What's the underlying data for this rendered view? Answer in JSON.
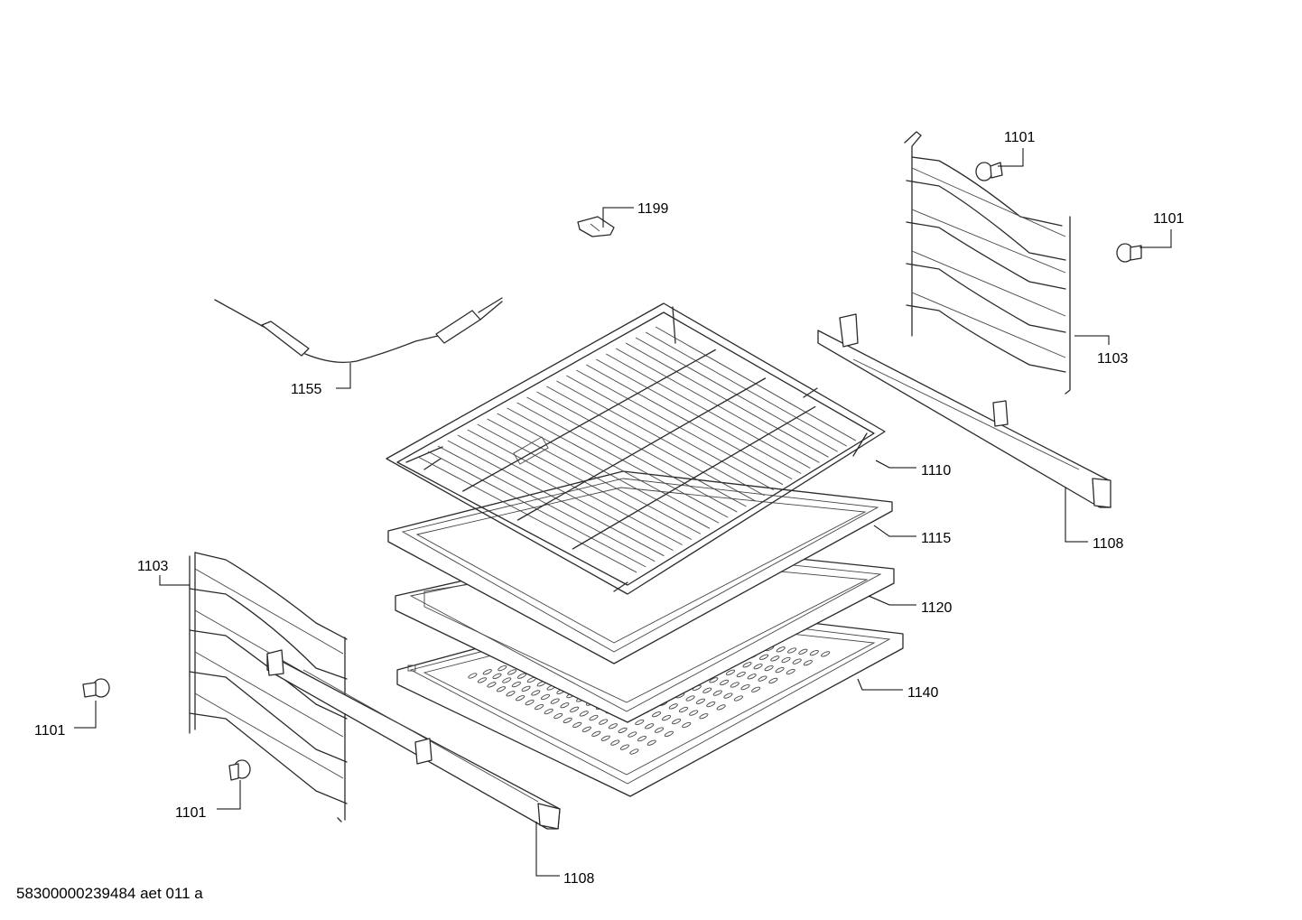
{
  "callouts": [
    {
      "id": "rack-pin-top-1",
      "label": "1101"
    },
    {
      "id": "rack-pin-top-2",
      "label": "1101"
    },
    {
      "id": "clip",
      "label": "1199"
    },
    {
      "id": "meat-probe",
      "label": "1155"
    },
    {
      "id": "side-rack-right",
      "label": "1103"
    },
    {
      "id": "wire-rack",
      "label": "1110"
    },
    {
      "id": "telescopic-rail-right",
      "label": "1108"
    },
    {
      "id": "baking-tray",
      "label": "1115"
    },
    {
      "id": "universal-pan",
      "label": "1120"
    },
    {
      "id": "perforated-tray",
      "label": "1140"
    },
    {
      "id": "side-rack-left",
      "label": "1103"
    },
    {
      "id": "rack-pin-left-1",
      "label": "1101"
    },
    {
      "id": "rack-pin-left-2",
      "label": "1101"
    },
    {
      "id": "telescopic-rail-left",
      "label": "1108"
    }
  ],
  "footer": {
    "code": "58300000239484 aet 011 a"
  }
}
